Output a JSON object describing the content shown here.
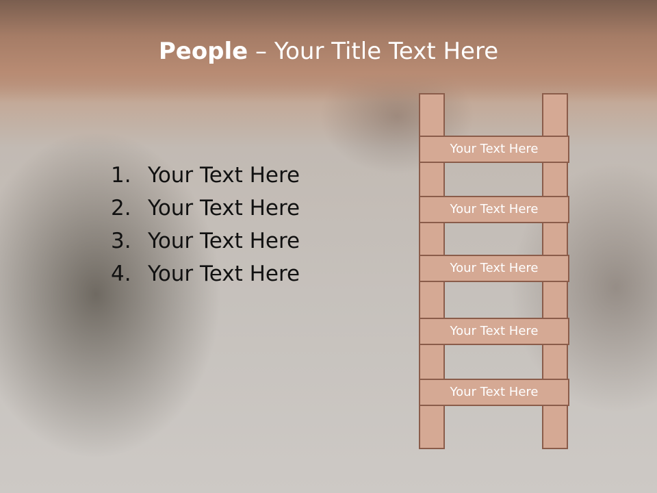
{
  "title": {
    "bold": "People",
    "dash": " – ",
    "rest": "Your Title Text Here"
  },
  "list": [
    {
      "num": "1.",
      "text": "Your Text Here"
    },
    {
      "num": "2.",
      "text": "Your Text Here"
    },
    {
      "num": "3.",
      "text": "Your Text Here"
    },
    {
      "num": "4.",
      "text": "Your Text Here"
    }
  ],
  "ladder": {
    "rungs": [
      "Your Text Here",
      "Your Text Here",
      "Your Text Here",
      "Your Text Here",
      "Your Text Here"
    ]
  },
  "colors": {
    "rung_fill": "#d5a994",
    "rung_border": "#8a5c4a",
    "title_band": "#a57c66"
  }
}
